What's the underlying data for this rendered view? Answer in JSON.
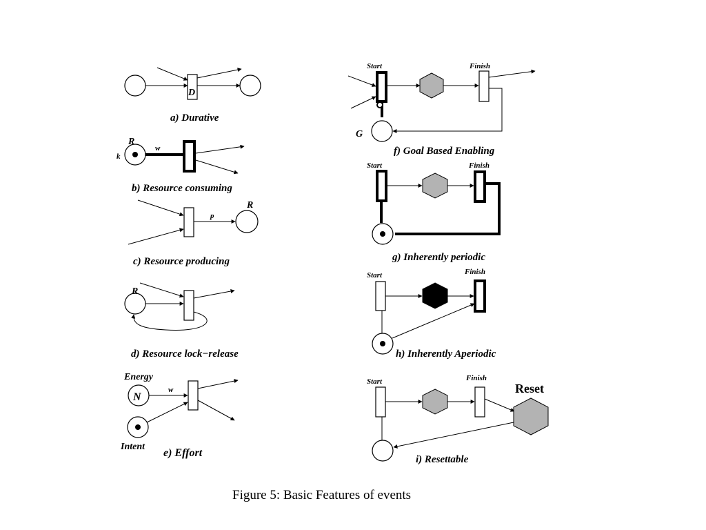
{
  "panels": {
    "a": {
      "caption": "a) Durative",
      "transition_label": "D"
    },
    "b": {
      "caption": "b) Resource consuming",
      "place_label": "R",
      "token_label": "k",
      "weight_label": "w"
    },
    "c": {
      "caption": "c) Resource producing",
      "place_label": "R",
      "weight_label": "p"
    },
    "d": {
      "caption": "d) Resource lock−release",
      "place_label": "R"
    },
    "e": {
      "caption": "e) Effort",
      "energy_label": "Energy",
      "intent_label": "Intent",
      "place_label": "N",
      "weight_label": "w"
    },
    "f": {
      "caption": "f) Goal Based Enabling",
      "start_label": "Start",
      "finish_label": "Finish",
      "goal_label": "G"
    },
    "g": {
      "caption": "g) Inherently periodic",
      "start_label": "Start",
      "finish_label": "Finish"
    },
    "h": {
      "caption": "h) Inherently Aperiodic",
      "start_label": "Start",
      "finish_label": "Finish"
    },
    "i": {
      "caption": "i) Resettable",
      "start_label": "Start",
      "finish_label": "Finish",
      "reset_label": "Reset"
    }
  },
  "figure_caption": "Figure 5: Basic Features of events",
  "colors": {
    "hex_fill": "#b3b3b3",
    "hex_filled": "#000000",
    "stroke": "#000000"
  }
}
